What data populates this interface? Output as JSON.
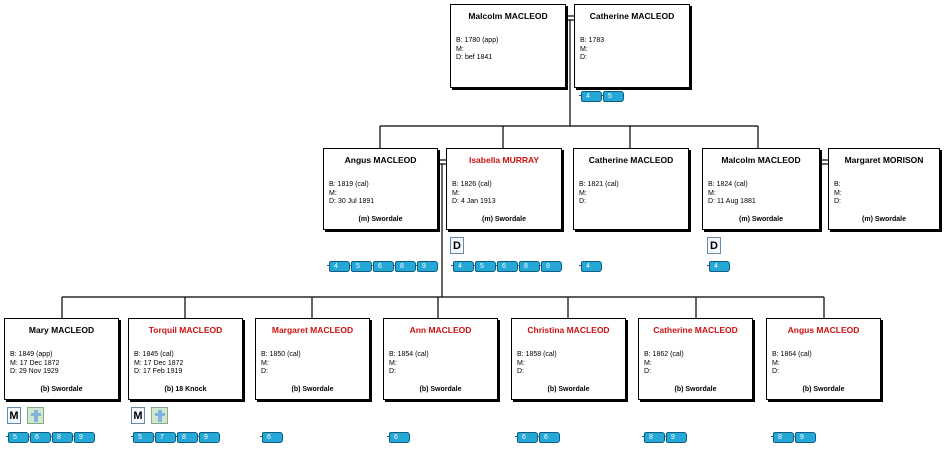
{
  "grandparents": [
    {
      "name": "Malcolm MACLEOD",
      "red": false,
      "b": "B: 1780 (app)",
      "m": "M:",
      "d": "D: bef 1841",
      "place": ""
    },
    {
      "name": "Catherine MACLEOD",
      "red": false,
      "b": "B: 1783",
      "m": "M:",
      "d": "D:",
      "place": ""
    }
  ],
  "grandparents_tags": [
    "4",
    "5"
  ],
  "parents": [
    {
      "name": "Angus MACLEOD",
      "red": false,
      "b": "B: 1819 (cal)",
      "m": "M:",
      "d": "D: 30 Jul 1891",
      "place": "(m) Swordale"
    },
    {
      "name": "Isabella MURRAY",
      "red": true,
      "b": "B: 1826 (cal)",
      "m": "M:",
      "d": "D: 4 Jan 1913",
      "place": "(m) Swordale"
    },
    {
      "name": "Catherine MACLEOD",
      "red": false,
      "b": "B: 1821 (cal)",
      "m": "M:",
      "d": "D:",
      "place": ""
    },
    {
      "name": "Malcolm MACLEOD",
      "red": false,
      "b": "B: 1824 (cal)",
      "m": "M:",
      "d": "D: 11 Aug 1881",
      "place": "(m) Swordale"
    },
    {
      "name": "Margaret MORISON",
      "red": false,
      "b": "B:",
      "m": "M:",
      "d": "D:",
      "place": "(m) Swordale"
    }
  ],
  "parents_tags": [
    [
      "4",
      "5",
      "6",
      "8",
      "9"
    ],
    [
      "4",
      "5",
      "6",
      "8",
      "9"
    ],
    [
      "4"
    ],
    [
      "4"
    ]
  ],
  "parents_media": {
    "doc_letter": "D"
  },
  "children": [
    {
      "name": "Mary MACLEOD",
      "red": false,
      "b": "B: 1849 (app)",
      "m": "M: 17 Dec 1872",
      "d": "D: 29 Nov 1929",
      "place": "(b) Swordale"
    },
    {
      "name": "Torquil MACLEOD",
      "red": true,
      "b": "B: 1845 (cal)",
      "m": "M: 17 Dec 1872",
      "d": "D: 17 Feb 1919",
      "place": "(b) 18 Knock"
    },
    {
      "name": "Margaret MACLEOD",
      "red": true,
      "b": "B: 1850 (cal)",
      "m": "M:",
      "d": "D:",
      "place": "(b) Swordale"
    },
    {
      "name": "Ann MACLEOD",
      "red": true,
      "b": "B: 1854 (cal)",
      "m": "M:",
      "d": "D:",
      "place": "(b) Swordale"
    },
    {
      "name": "Christina MACLEOD",
      "red": true,
      "b": "B: 1858 (cal)",
      "m": "M:",
      "d": "D:",
      "place": "(b) Swordale"
    },
    {
      "name": "Catherine MACLEOD",
      "red": true,
      "b": "B: 1862 (cal)",
      "m": "M:",
      "d": "D:",
      "place": "(b) Swordale"
    },
    {
      "name": "Angus MACLEOD",
      "red": true,
      "b": "B: 1864 (cal)",
      "m": "M:",
      "d": "D:",
      "place": "(b) Swordale"
    }
  ],
  "children_tags": [
    [
      "5",
      "6",
      "8",
      "9"
    ],
    [
      "5",
      "7",
      "8",
      "9"
    ],
    [
      "6"
    ],
    [
      "6"
    ],
    [
      "6",
      "6"
    ],
    [
      "8",
      "9"
    ],
    [
      "8",
      "9"
    ]
  ],
  "children_media": {
    "doc_letter": "M"
  },
  "colors": {
    "tag": "#25a8d8",
    "red_name": "#cc1111"
  }
}
